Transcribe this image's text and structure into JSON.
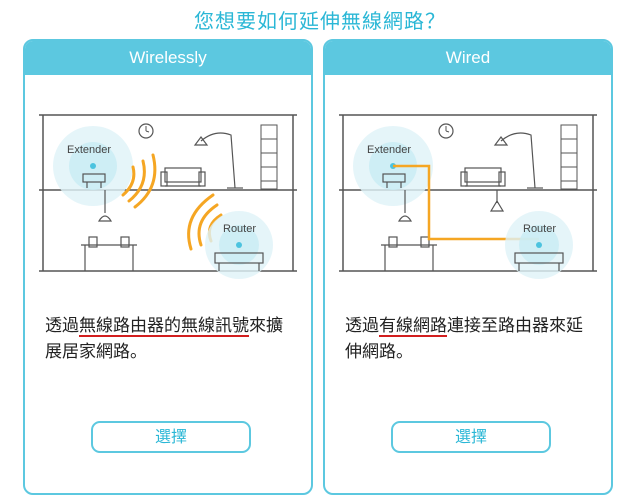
{
  "header": {
    "question": "您想要如何延伸無線網路？"
  },
  "cards": [
    {
      "title": "Wirelessly",
      "extender_label": "Extender",
      "router_label": "Router",
      "desc_pre": "透過",
      "desc_highlight": "無線路由器的無線訊號",
      "desc_post": "來擴展居家網路。",
      "button_label": "選擇"
    },
    {
      "title": "Wired",
      "extender_label": "Extender",
      "router_label": "Router",
      "desc_pre": "透過",
      "desc_highlight": "有線網路",
      "desc_post": "連接至路由器來延伸網路。",
      "button_label": "選擇"
    }
  ],
  "colors": {
    "accent": "#5cc8e0",
    "signal": "#f5a623",
    "cable": "#f5a623",
    "underline": "#d21e1e"
  }
}
